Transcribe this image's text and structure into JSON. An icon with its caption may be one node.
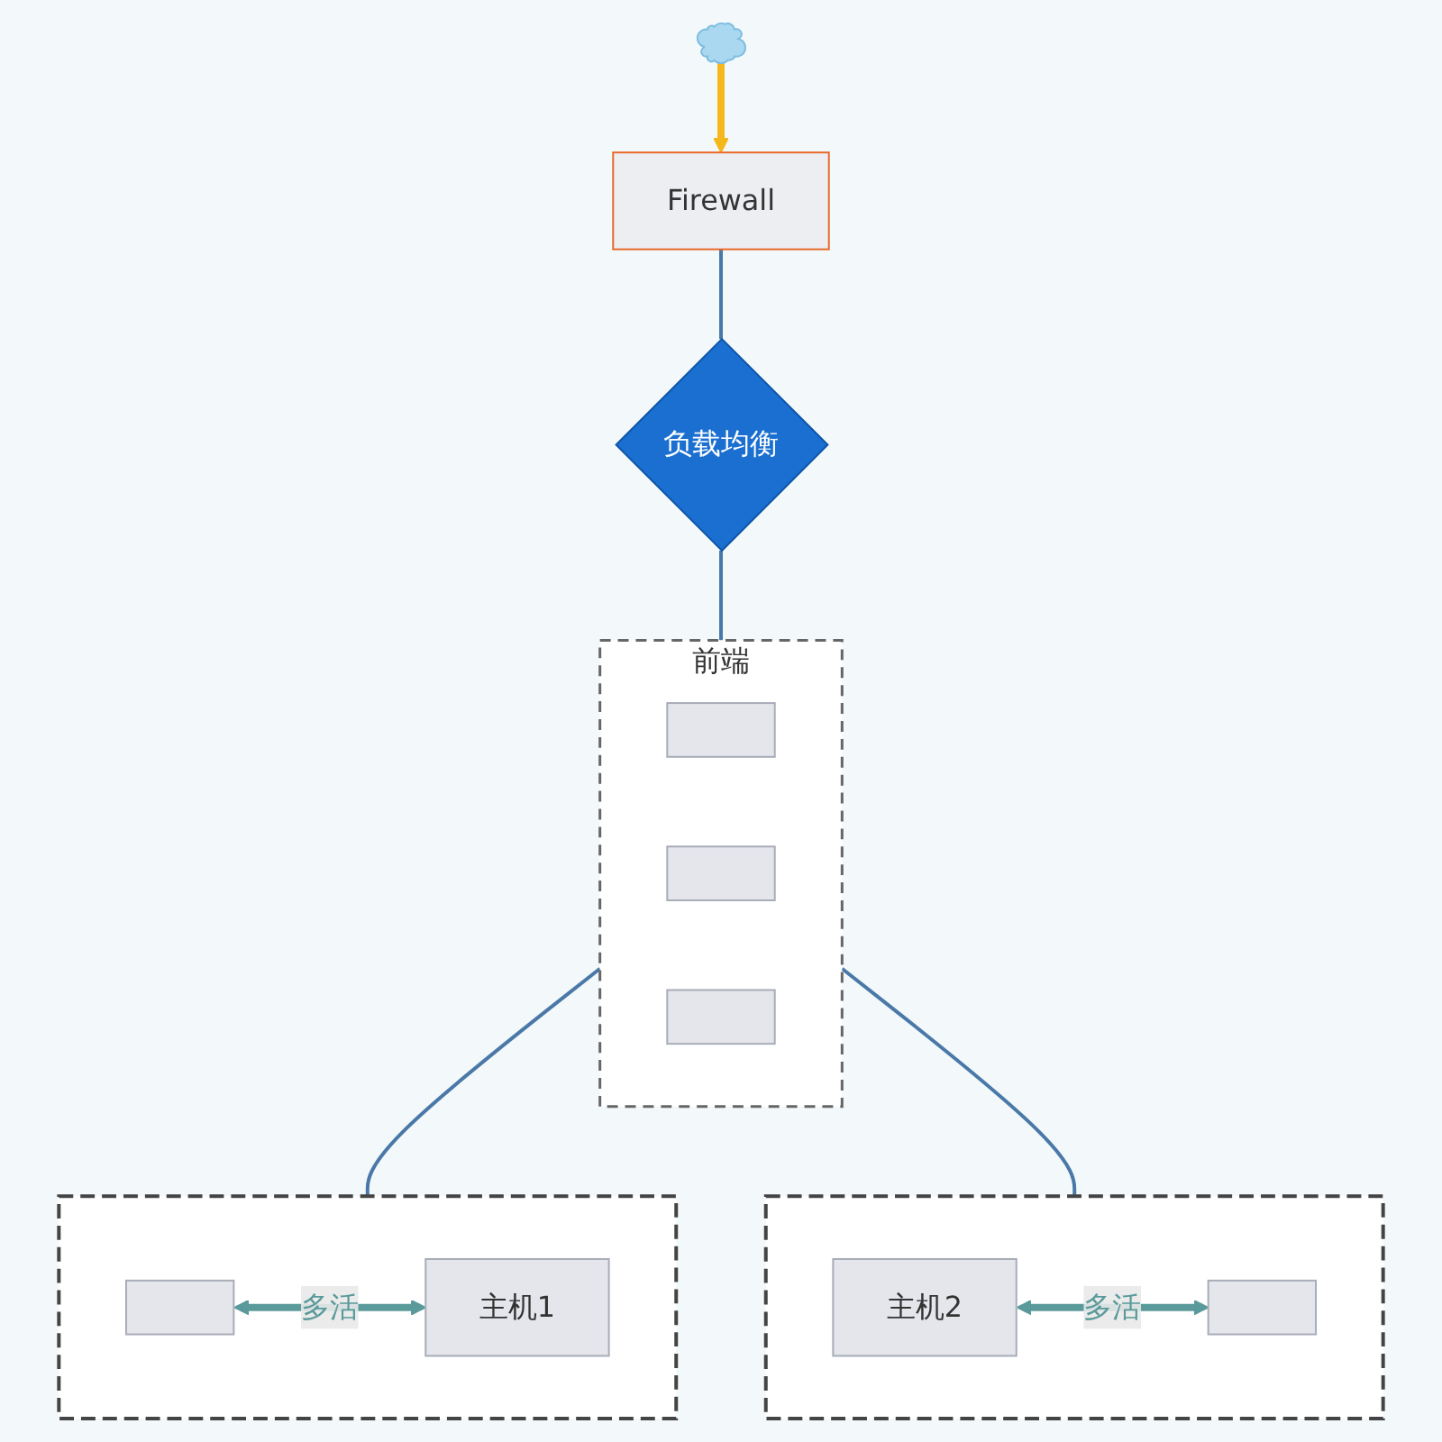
{
  "diagram": {
    "nodes": [
      {
        "text": [],
        "shape": "cloud"
      },
      {
        "text": [
          "Firewall"
        ]
      },
      {
        "text": [
          "负载均衡"
        ]
      },
      {
        "text": [
          "前端"
        ]
      },
      {
        "text": [],
        "shape": "box",
        "in": 3
      },
      {
        "text": [],
        "shape": "box",
        "in": 3
      },
      {
        "text": [],
        "shape": "box",
        "in": 3
      },
      {
        "text": [],
        "shape": "box"
      },
      {
        "text": [],
        "shape": "box",
        "in": 7
      },
      {
        "text": [
          "主机1"
        ],
        "in": 7
      },
      {
        "text": [],
        "shape": "box"
      },
      {
        "text": [
          "主机2"
        ],
        "in": 10
      },
      {
        "text": [],
        "shape": "box",
        "in": 10
      }
    ],
    "edges": [
      {
        "from": 0,
        "to": 1,
        "arrow": "to",
        "style": "thick",
        "color": "#f5b81c"
      },
      {
        "from": 1,
        "to": 2,
        "arrow": "none"
      },
      {
        "from": 2,
        "to": 3,
        "arrow": "none"
      },
      {
        "from": 3,
        "to": 7,
        "arrow": "none"
      },
      {
        "from": 3,
        "to": 10,
        "arrow": "none"
      },
      {
        "from": 8,
        "to": 9,
        "arrow": "both",
        "label": "多活",
        "style": "thick",
        "color": "#5a9a9a"
      },
      {
        "from": 11,
        "to": 12,
        "arrow": "both",
        "label": "多活",
        "style": "thick",
        "color": "#5a9a9a"
      }
    ]
  }
}
